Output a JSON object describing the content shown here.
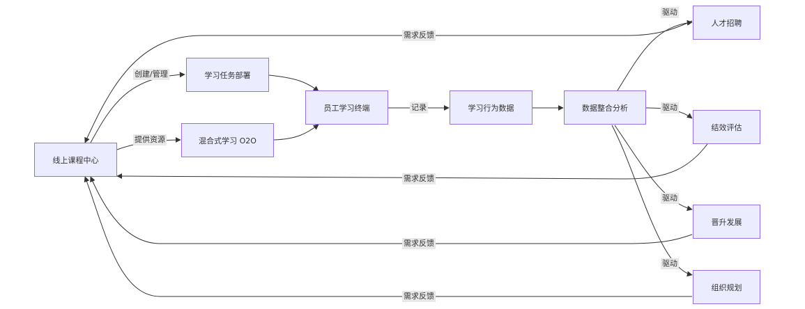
{
  "nodes": {
    "online_course_center": "线上课程中心",
    "study_task_deploy": "学习任务部署",
    "blended_learning": "混合式学习 O2O",
    "employee_terminal": "员工学习终端",
    "learning_behavior_data": "学习行为数据",
    "data_integration": "数据整合分析",
    "talent_recruitment": "人才招聘",
    "performance_evaluation": "结效评估",
    "promotion_development": "晋升发展",
    "org_planning": "组织规划"
  },
  "edge_labels": {
    "create_manage": "创建/管理",
    "provide_resources": "提供资源",
    "record": "记录",
    "drive_recruit": "驱动",
    "drive_perf": "驱动",
    "drive_promo": "驱动",
    "drive_org": "驱动",
    "feedback_recruit": "需求反馈",
    "feedback_perf": "需求反馈",
    "feedback_promo": "需求反馈",
    "feedback_org": "需求反馈"
  },
  "colors": {
    "node_fill": "#ececff",
    "node_border": "#9370db",
    "edge": "#333333",
    "label_bg": "#e8e8e8"
  }
}
